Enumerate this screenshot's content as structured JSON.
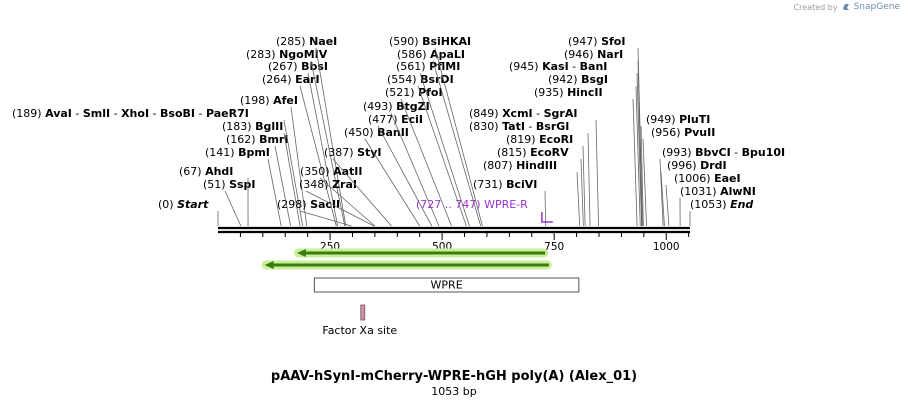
{
  "credit": {
    "label": "Created by",
    "brand": "SnapGene",
    "icon": "snapgene-logo-icon"
  },
  "map": {
    "length": 1053,
    "ticks": [
      {
        "pos": 250,
        "label": "250"
      },
      {
        "pos": 500,
        "label": "500"
      },
      {
        "pos": 750,
        "label": "750"
      },
      {
        "pos": 1000,
        "label": "1000"
      }
    ],
    "sites": [
      {
        "num": "(0)",
        "name": "Start",
        "italic": true,
        "pos": 0
      },
      {
        "num": "(51)",
        "name": "SspI",
        "pos": 51
      },
      {
        "num": "(67)",
        "name": "AhdI",
        "pos": 67
      },
      {
        "num": "(141)",
        "name": "BpmI",
        "pos": 141
      },
      {
        "num": "(162)",
        "name": "BmrI",
        "pos": 162
      },
      {
        "num": "(183)",
        "name": "BglII",
        "pos": 183
      },
      {
        "num": "(189)",
        "name": "AvaI",
        "extras": [
          "SmlI",
          "XhoI",
          "BsoBI",
          "PaeR7I"
        ],
        "pos": 189
      },
      {
        "num": "(198)",
        "name": "AfeI",
        "pos": 198
      },
      {
        "num": "(264)",
        "name": "EarI",
        "pos": 264
      },
      {
        "num": "(267)",
        "name": "BbsI",
        "pos": 267
      },
      {
        "num": "(283)",
        "name": "NgoMIV",
        "pos": 283
      },
      {
        "num": "(285)",
        "name": "NaeI",
        "pos": 285
      },
      {
        "num": "(298)",
        "name": "SacII",
        "pos": 298
      },
      {
        "num": "(348)",
        "name": "ZraI",
        "pos": 348
      },
      {
        "num": "(350)",
        "name": "AatII",
        "pos": 350
      },
      {
        "num": "(387)",
        "name": "StyI",
        "pos": 387
      },
      {
        "num": "(450)",
        "name": "BanII",
        "pos": 450
      },
      {
        "num": "(477)",
        "name": "EciI",
        "pos": 477
      },
      {
        "num": "(493)",
        "name": "BtgZI",
        "pos": 493
      },
      {
        "num": "(521)",
        "name": "PfoI",
        "pos": 521
      },
      {
        "num": "(554)",
        "name": "BsrDI",
        "pos": 554
      },
      {
        "num": "(561)",
        "name": "PflMI",
        "pos": 561
      },
      {
        "num": "(586)",
        "name": "ApaLI",
        "pos": 586
      },
      {
        "num": "(590)",
        "name": "BsiHKAI",
        "pos": 590
      },
      {
        "num": "(731)",
        "name": "BciVI",
        "pos": 731
      },
      {
        "num": "(807)",
        "name": "HindIII",
        "pos": 807
      },
      {
        "num": "(815)",
        "name": "EcoRV",
        "pos": 815
      },
      {
        "num": "(819)",
        "name": "EcoRI",
        "pos": 819
      },
      {
        "num": "(830)",
        "name": "TatI",
        "extras": [
          "BsrGI"
        ],
        "pos": 830
      },
      {
        "num": "(849)",
        "name": "XcmI",
        "extras": [
          "SgrAI"
        ],
        "pos": 849
      },
      {
        "num": "(935)",
        "name": "HincII",
        "pos": 935
      },
      {
        "num": "(942)",
        "name": "BsgI",
        "pos": 942
      },
      {
        "num": "(945)",
        "name": "KasI",
        "extras": [
          "BanI"
        ],
        "pos": 945
      },
      {
        "num": "(946)",
        "name": "NarI",
        "pos": 946
      },
      {
        "num": "(947)",
        "name": "SfoI",
        "pos": 947
      },
      {
        "num": "(949)",
        "name": "PluTI",
        "pos": 949
      },
      {
        "num": "(956)",
        "name": "PvuII",
        "pos": 956
      },
      {
        "num": "(993)",
        "name": "BbvCI",
        "extras": [
          "Bpu10I"
        ],
        "pos": 993
      },
      {
        "num": "(996)",
        "name": "DrdI",
        "pos": 996
      },
      {
        "num": "(1006)",
        "name": "EaeI",
        "pos": 1006
      },
      {
        "num": "(1031)",
        "name": "AlwNI",
        "pos": 1031
      },
      {
        "num": "(1053)",
        "name": "End",
        "italic": true,
        "pos": 1053
      }
    ],
    "primer": {
      "range": "(727 .. 747)",
      "name": "WPRE-R",
      "color": "#9933cc",
      "start": 727,
      "end": 747
    },
    "arrows": [
      {
        "start": 176,
        "end": 730
      },
      {
        "start": 104,
        "end": 738
      }
    ],
    "arrow_color": "#3a7d0a",
    "arrow_glow": "#c9ef9a",
    "feature": {
      "name": "WPRE",
      "start": 215,
      "end": 805
    },
    "site_feature": {
      "name": "Factor Xa site",
      "pos": 323,
      "color": "#c896a6"
    }
  },
  "title": "pAAV-hSynI-mCherry-WPRE-hGH poly(A) (Alex_01)",
  "subtitle": "1053 bp"
}
